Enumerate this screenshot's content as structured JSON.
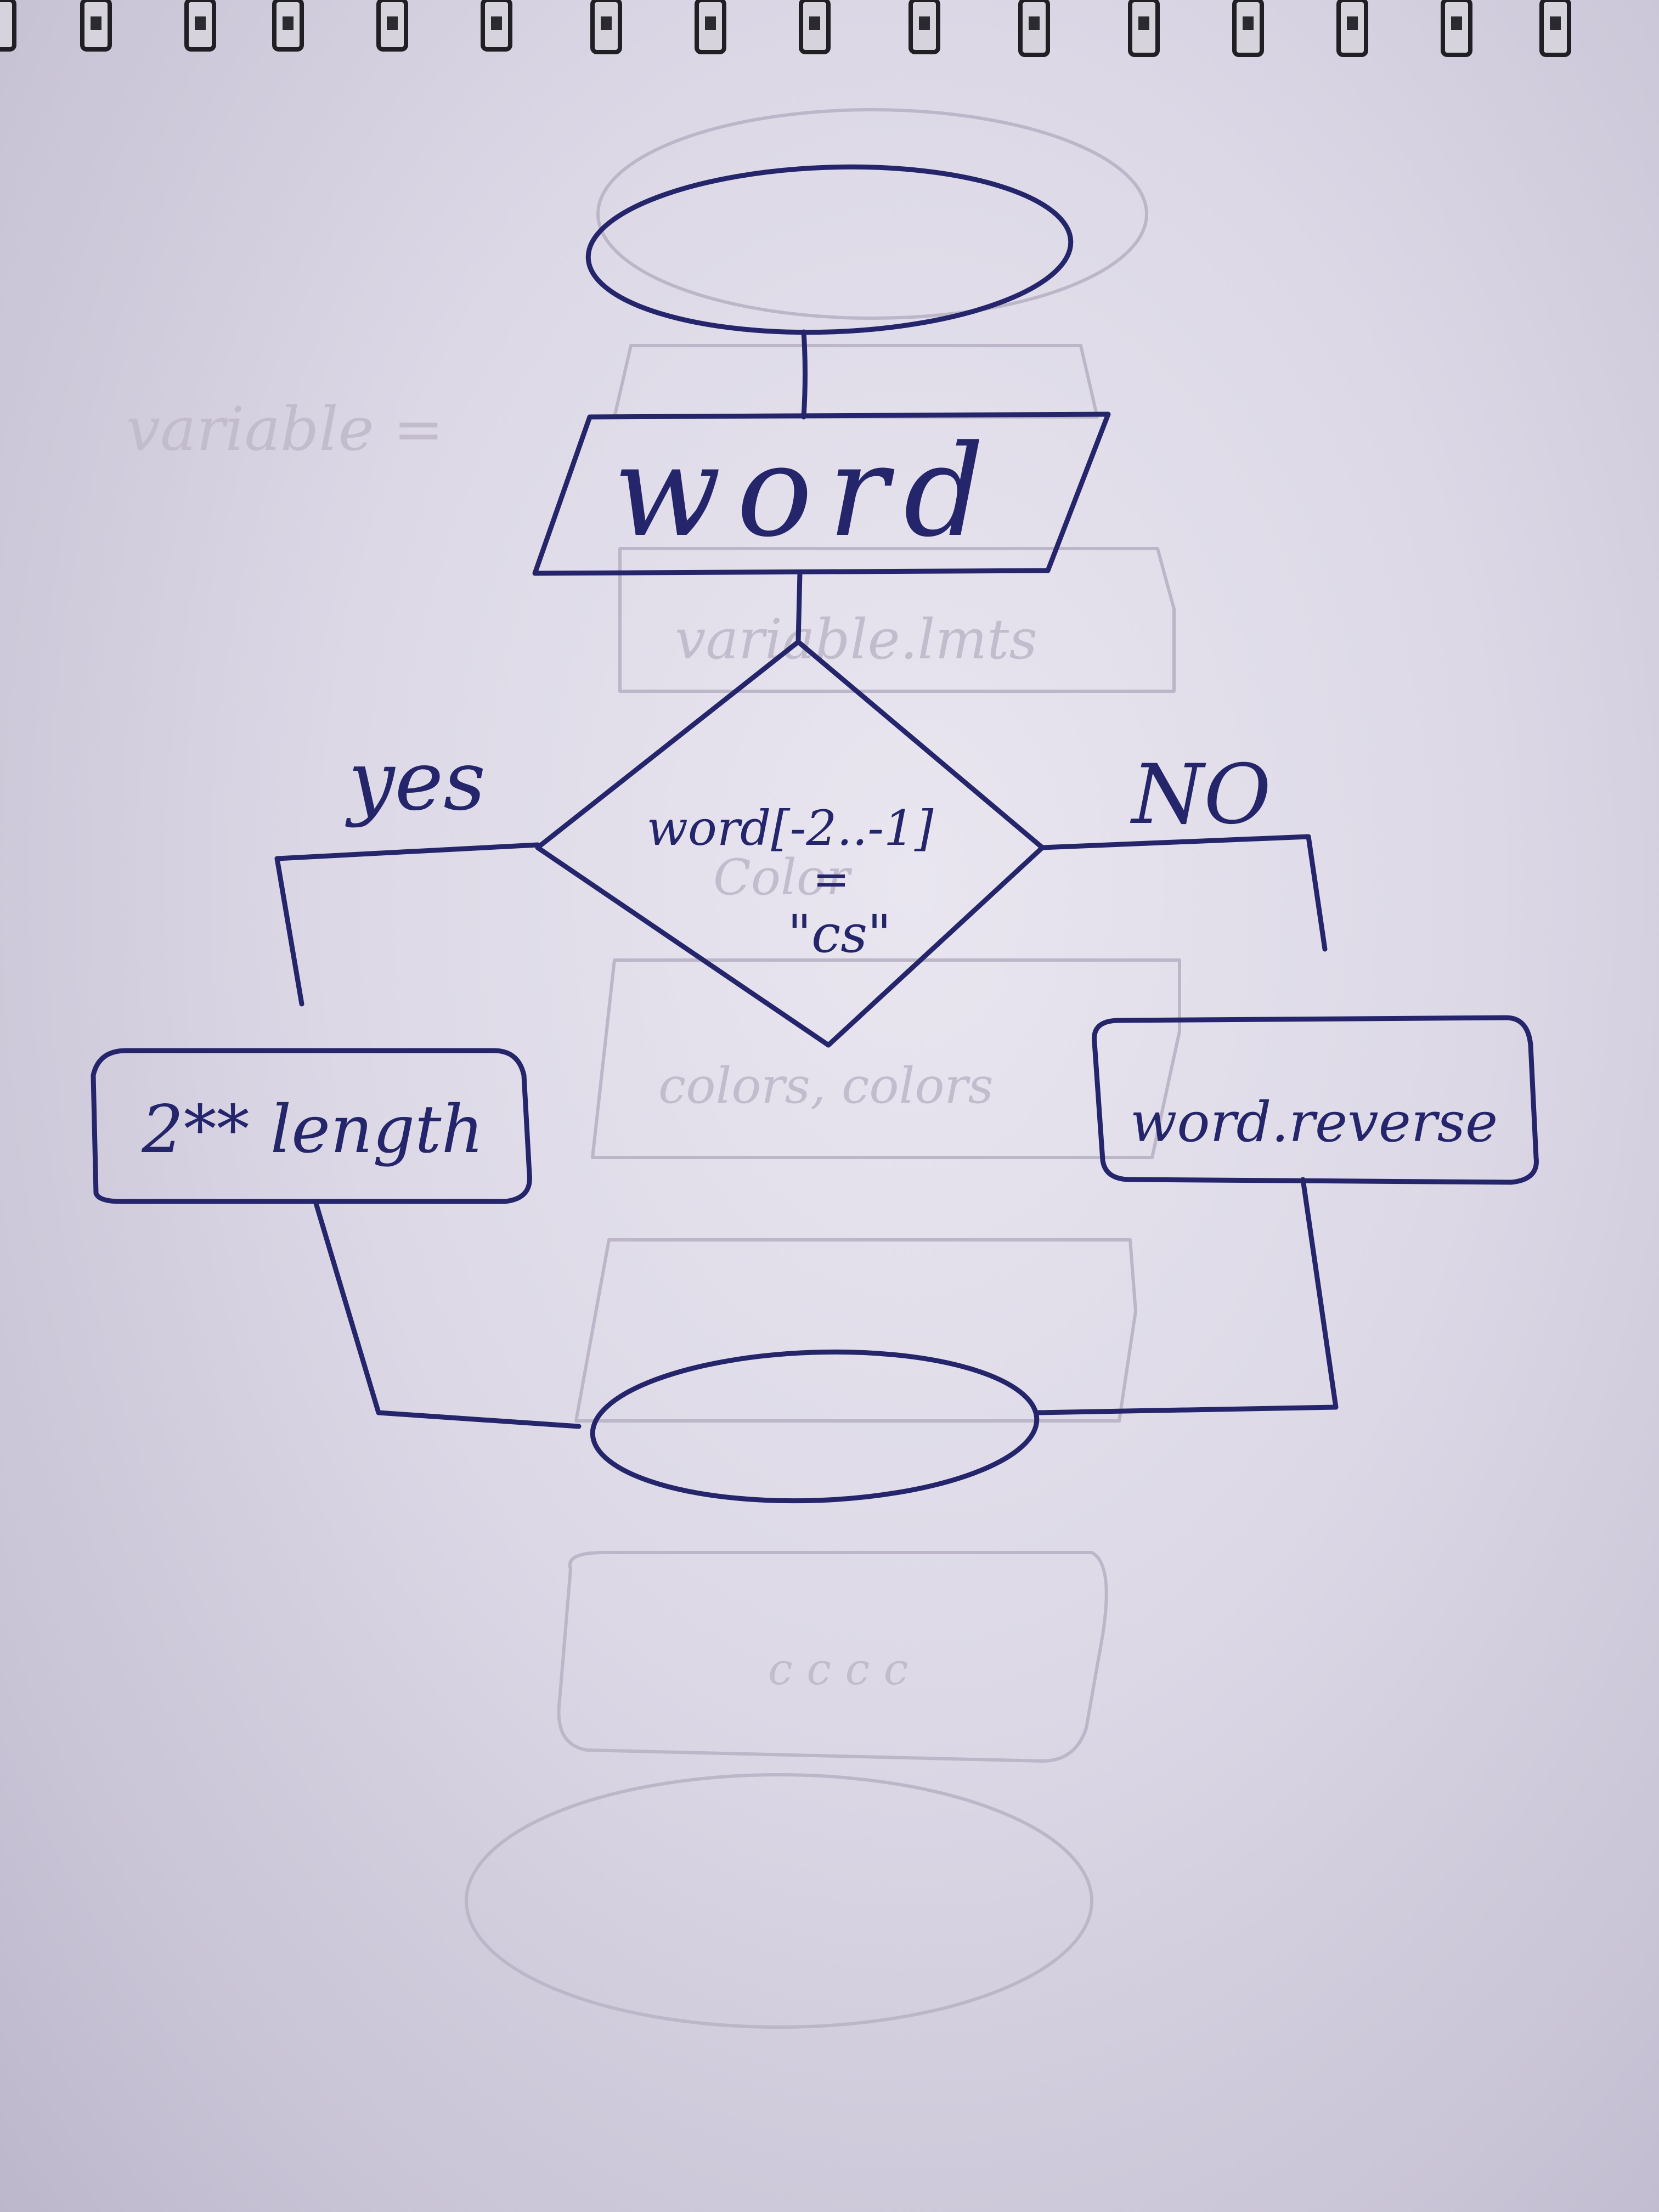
{
  "flowchart": {
    "start_terminal_text": "",
    "input_label": "word",
    "decision": {
      "line1": "word[-2..-1]",
      "line2": "=",
      "line3": "\"cs\""
    },
    "yes_label": "yes",
    "no_label": "NO",
    "yes_process": "2** length",
    "no_process": "word.reverse",
    "end_terminal_text": ""
  },
  "colors": {
    "ink": "#24256b",
    "paper": "#dcd8e6",
    "ghost_ink": "#bcb6c8"
  }
}
